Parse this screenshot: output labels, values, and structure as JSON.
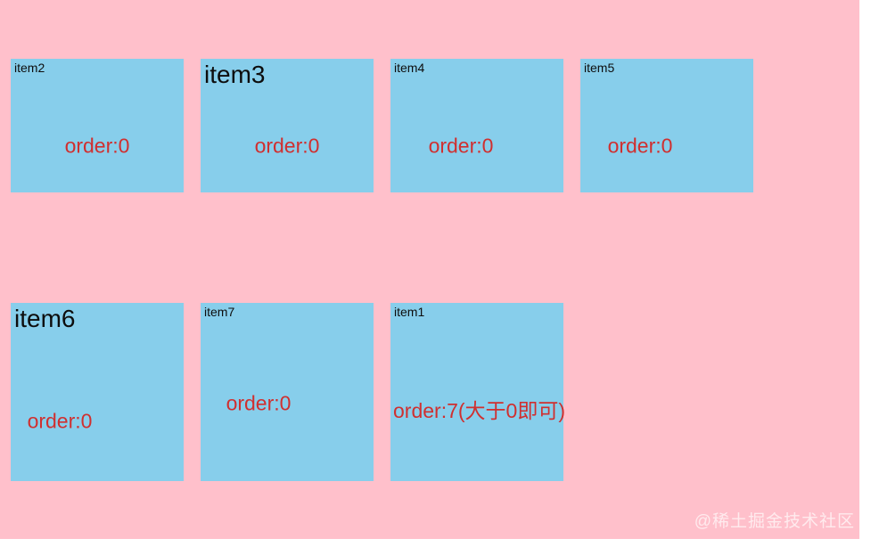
{
  "colors": {
    "page_bg": "#ffffff",
    "stage_bg": "#ffc0cb",
    "box_bg": "#87ceeb",
    "order_text": "#d02f2f",
    "label_text": "#0d0d0d",
    "watermark_text": "rgba(255,255,255,0.68)"
  },
  "rows": [
    {
      "items": [
        {
          "id": "item2",
          "label": "item2",
          "label_size": "small",
          "order": "order:0"
        },
        {
          "id": "item3",
          "label": "item3",
          "label_size": "large",
          "order": "order:0"
        },
        {
          "id": "item4",
          "label": "item4",
          "label_size": "small",
          "order": "order:0"
        },
        {
          "id": "item5",
          "label": "item5",
          "label_size": "small",
          "order": "order:0"
        }
      ]
    },
    {
      "items": [
        {
          "id": "item6",
          "label": "item6",
          "label_size": "large",
          "order": "order:0"
        },
        {
          "id": "item7",
          "label": "item7",
          "label_size": "small",
          "order": "order:0"
        },
        {
          "id": "item1",
          "label": "item1",
          "label_size": "small",
          "order": "order:7(大于0即可)"
        }
      ]
    }
  ],
  "watermark": {
    "text": "@稀土掘金技术社区"
  }
}
